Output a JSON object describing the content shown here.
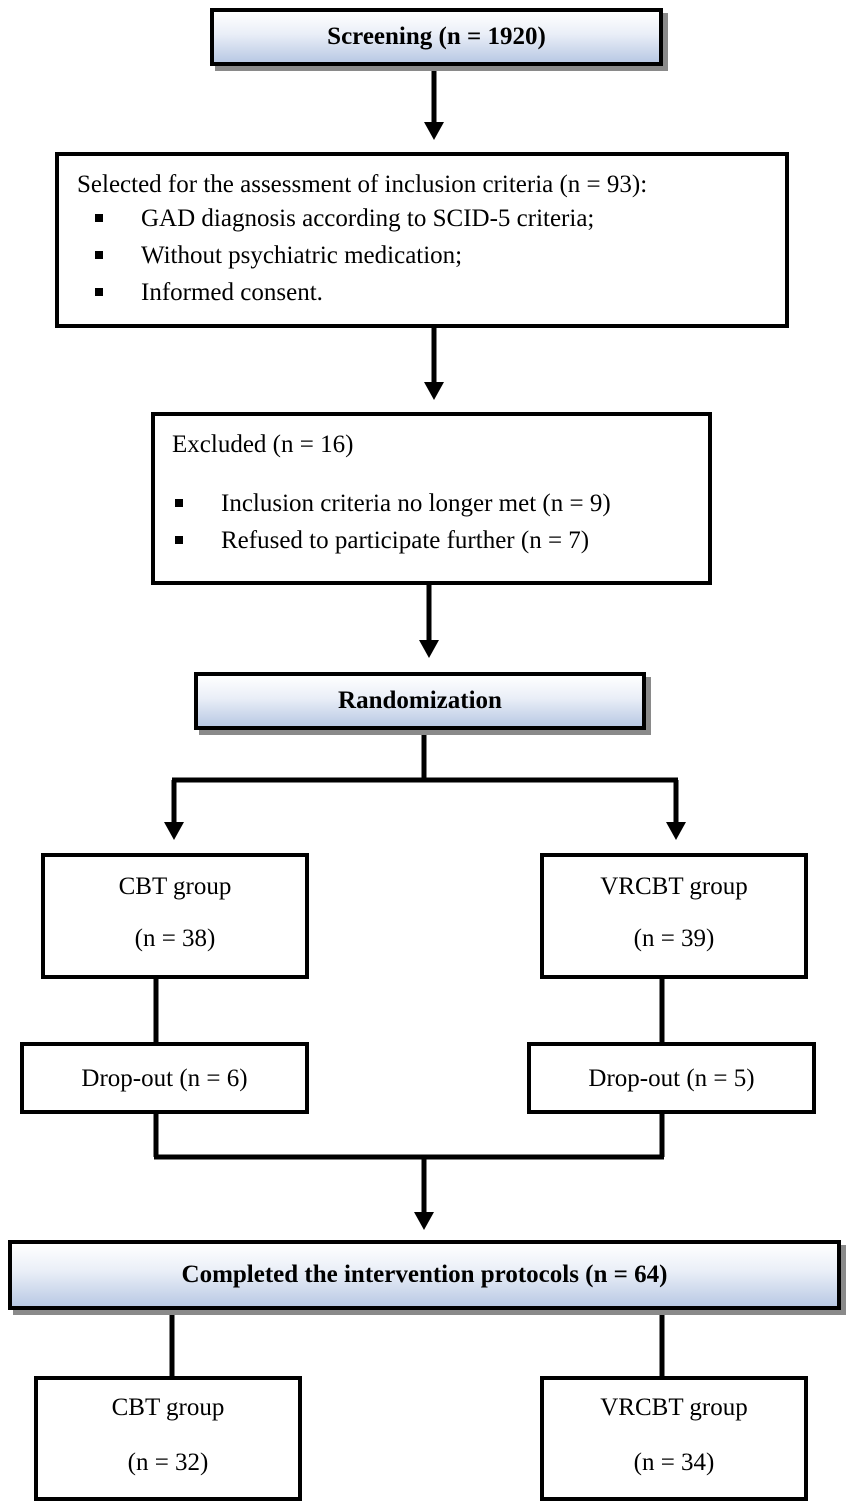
{
  "screening": {
    "label": "Screening (n = 1920)"
  },
  "selected": {
    "title": "Selected for the assessment of inclusion criteria (n = 93):",
    "criteria": [
      "GAD diagnosis according to SCID-5 criteria;",
      "Without psychiatric medication;",
      "Informed consent."
    ]
  },
  "excluded": {
    "title": "Excluded (n = 16)",
    "reasons": [
      "Inclusion criteria no longer met (n = 9)",
      "Refused to participate further (n = 7)"
    ]
  },
  "randomization": {
    "label": "Randomization"
  },
  "allocation": {
    "cbt": {
      "name": "CBT group",
      "n": "(n = 38)"
    },
    "vrcbt": {
      "name": "VRCBT group",
      "n": "(n = 39)"
    }
  },
  "dropout": {
    "cbt": "Drop-out (n = 6)",
    "vrcbt": "Drop-out (n = 5)"
  },
  "completed": {
    "label": "Completed the intervention protocols (n = 64)"
  },
  "final": {
    "cbt": {
      "name": "CBT group",
      "n": "(n = 32)"
    },
    "vrcbt": {
      "name": "VRCBT group",
      "n": "(n = 34)"
    }
  }
}
